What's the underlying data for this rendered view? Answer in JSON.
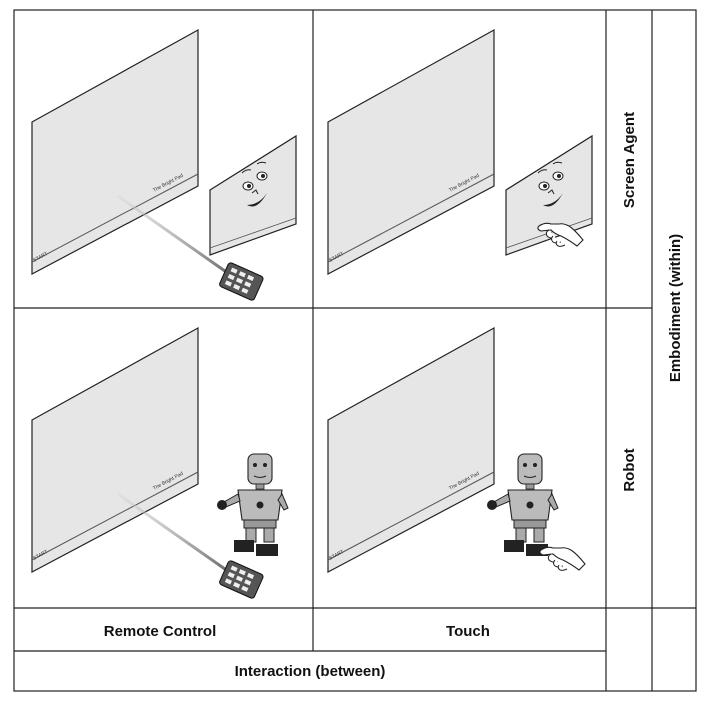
{
  "columns": [
    {
      "label": "Remote Control"
    },
    {
      "label": "Touch"
    }
  ],
  "rows": [
    {
      "label": "Screen Agent"
    },
    {
      "label": "Robot"
    }
  ],
  "x_axis_label": "Interaction (between)",
  "y_axis_label": "Embodiment (within)",
  "screen": {
    "start_text": "START",
    "corner_text": "The Bright Pad"
  },
  "colors": {
    "line": "#222222",
    "screen_fill": "#e6e6e6",
    "background": "#ffffff"
  }
}
